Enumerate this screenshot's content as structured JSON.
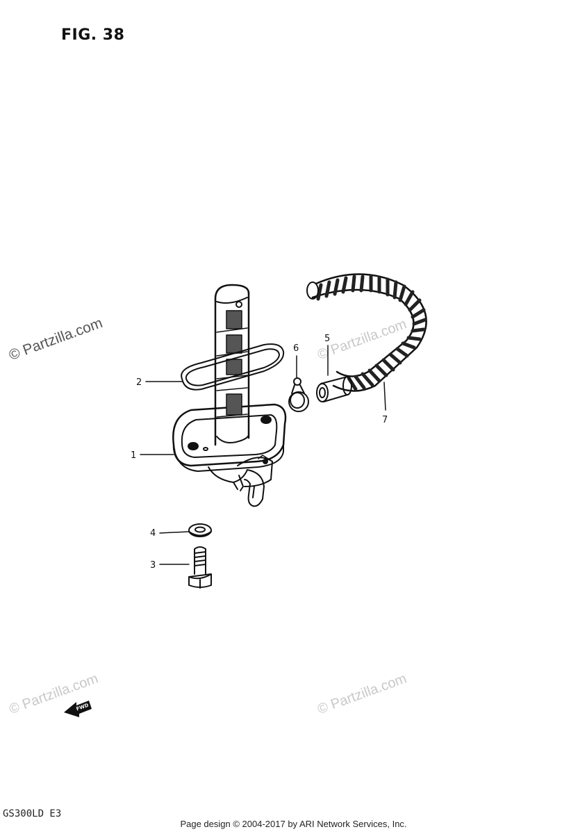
{
  "figure": {
    "title": "FIG. 38",
    "model_code": "GS300LD E3"
  },
  "footer": {
    "text": "Page design © 2004-2017 by ARI Network Services, Inc."
  },
  "watermark": {
    "text": "© Partzilla.com"
  },
  "callouts": [
    {
      "number": "1",
      "part": "fuel-cock"
    },
    {
      "number": "2",
      "part": "gasket-o-ring"
    },
    {
      "number": "3",
      "part": "bolt"
    },
    {
      "number": "4",
      "part": "washer"
    },
    {
      "number": "5",
      "part": "hose-end"
    },
    {
      "number": "6",
      "part": "clip"
    },
    {
      "number": "7",
      "part": "fuel-hose"
    }
  ],
  "fwd_arrow": {
    "label": "FWD"
  },
  "colors": {
    "line": "#111111",
    "watermark": "#c8c8c8"
  }
}
